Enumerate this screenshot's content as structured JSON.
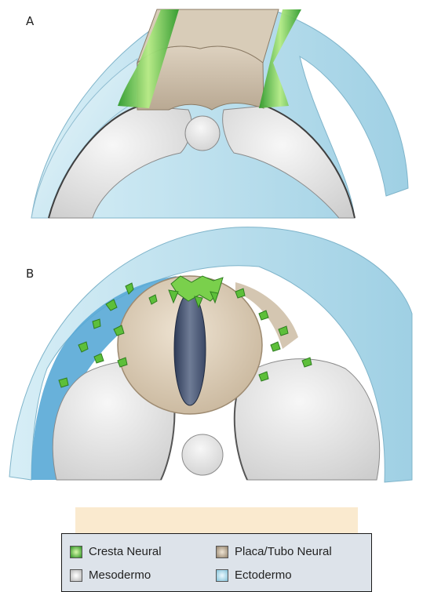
{
  "panels": {
    "a_label": "A",
    "b_label": "B"
  },
  "legend": {
    "items": [
      {
        "label": "Cresta Neural",
        "color": "#4aa83a",
        "fill": "#a8dc7a"
      },
      {
        "label": "Placa/Tubo Neural",
        "color": "#8c8070",
        "fill": "#d2c5b0"
      },
      {
        "label": "Mesodermo",
        "color": "#9a9a9a",
        "fill": "#ededed"
      },
      {
        "label": "Ectodermo",
        "color": "#6aa7c2",
        "fill": "#bfe2ee"
      }
    ]
  }
}
